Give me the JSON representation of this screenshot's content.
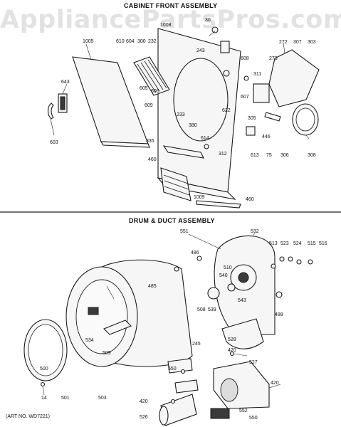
{
  "watermark": "AppliancePartsPros.com",
  "sections": {
    "cabinet_front": "CABINET FRONT ASSEMBLY",
    "drum_duct": "DRUM & DUCT ASSEMBLY"
  },
  "art_number": "(ART NO. WD7221)",
  "part_labels": [
    "1008",
    "30",
    "243",
    "272",
    "307",
    "303",
    "1005",
    "610",
    "604",
    "300",
    "232",
    "643",
    "605",
    "606",
    "608",
    "311",
    "273",
    "609",
    "233",
    "622",
    "380",
    "607",
    "305",
    "603",
    "614",
    "312",
    "446",
    "613",
    "75",
    "306",
    "308",
    "335",
    "460",
    "1009",
    "460",
    "551",
    "532",
    "486",
    "513",
    "523",
    "524",
    "515",
    "516",
    "510",
    "540",
    "485",
    "508",
    "539",
    "543",
    "488",
    "534",
    "509",
    "528",
    "420",
    "245",
    "550",
    "527",
    "500",
    "420",
    "501",
    "14",
    "503",
    "526",
    "552",
    "550",
    "420"
  ]
}
